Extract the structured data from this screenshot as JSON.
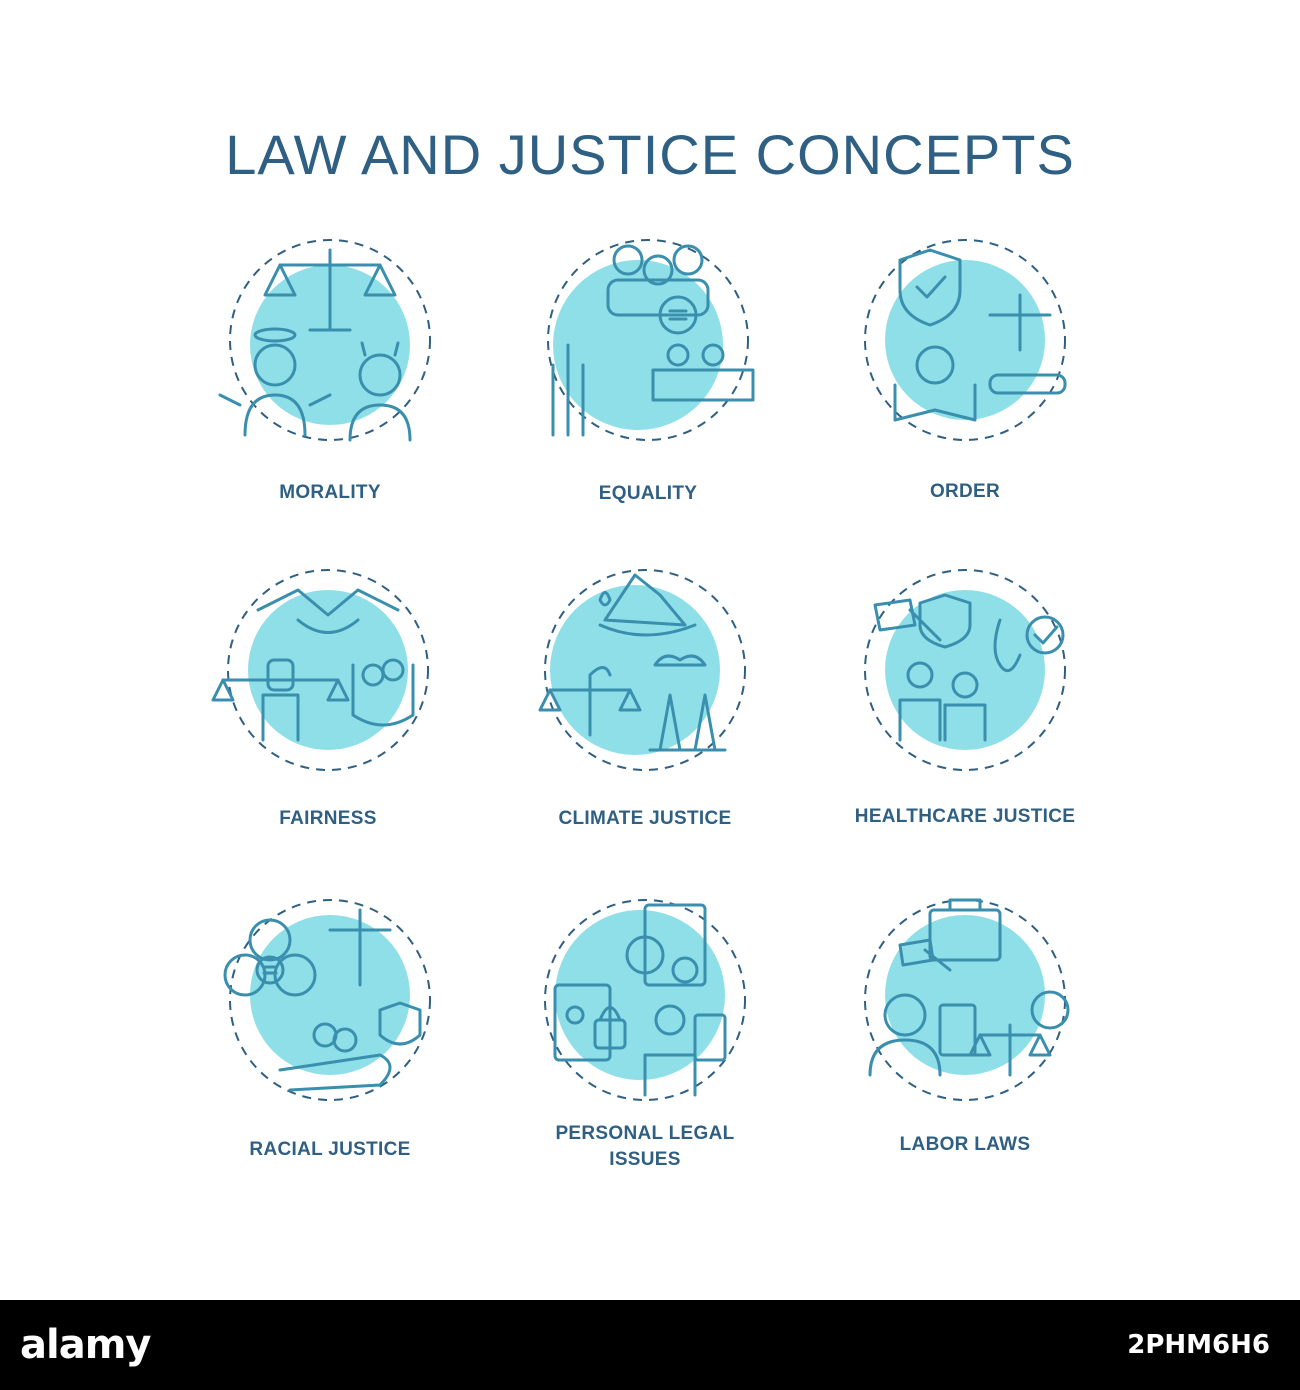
{
  "title": "LAW AND JUSTICE CONCEPTS",
  "colors": {
    "title": "#2f5f82",
    "accent": "#8fdfe8",
    "stroke": "#3a8fae"
  },
  "concepts": [
    {
      "label": "MORALITY",
      "icon": "morality-icon"
    },
    {
      "label": "EQUALITY",
      "icon": "equality-icon"
    },
    {
      "label": "ORDER",
      "icon": "order-icon"
    },
    {
      "label": "FAIRNESS",
      "icon": "fairness-icon"
    },
    {
      "label": "CLIMATE JUSTICE",
      "icon": "climate-justice-icon"
    },
    {
      "label": "HEALTHCARE JUSTICE",
      "icon": "healthcare-justice-icon"
    },
    {
      "label": "RACIAL JUSTICE",
      "icon": "racial-justice-icon"
    },
    {
      "label": "PERSONAL LEGAL ISSUES",
      "icon": "personal-legal-issues-icon"
    },
    {
      "label": "LABOR LAWS",
      "icon": "labor-laws-icon"
    }
  ],
  "footer": {
    "brand": "alamy",
    "image_id": "2PHM6H6"
  }
}
